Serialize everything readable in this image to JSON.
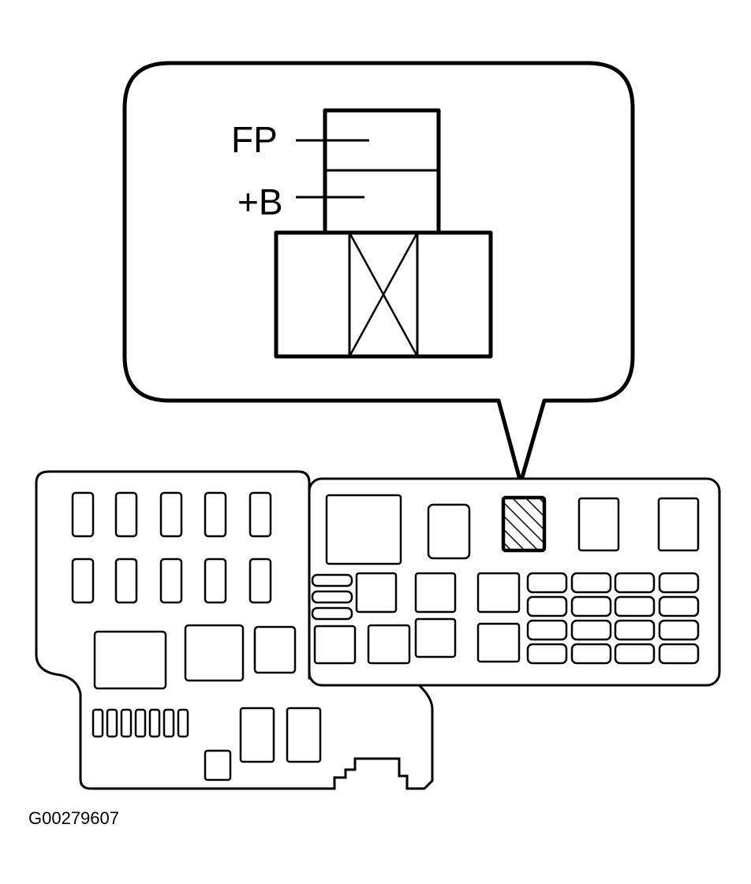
{
  "callout": {
    "terminal_top_label": "FP",
    "terminal_bottom_label": "+B"
  },
  "figure_id": "G00279607",
  "colors": {
    "ink": "#000000",
    "paper": "#ffffff"
  },
  "highlighted_component": "hatched-relay"
}
